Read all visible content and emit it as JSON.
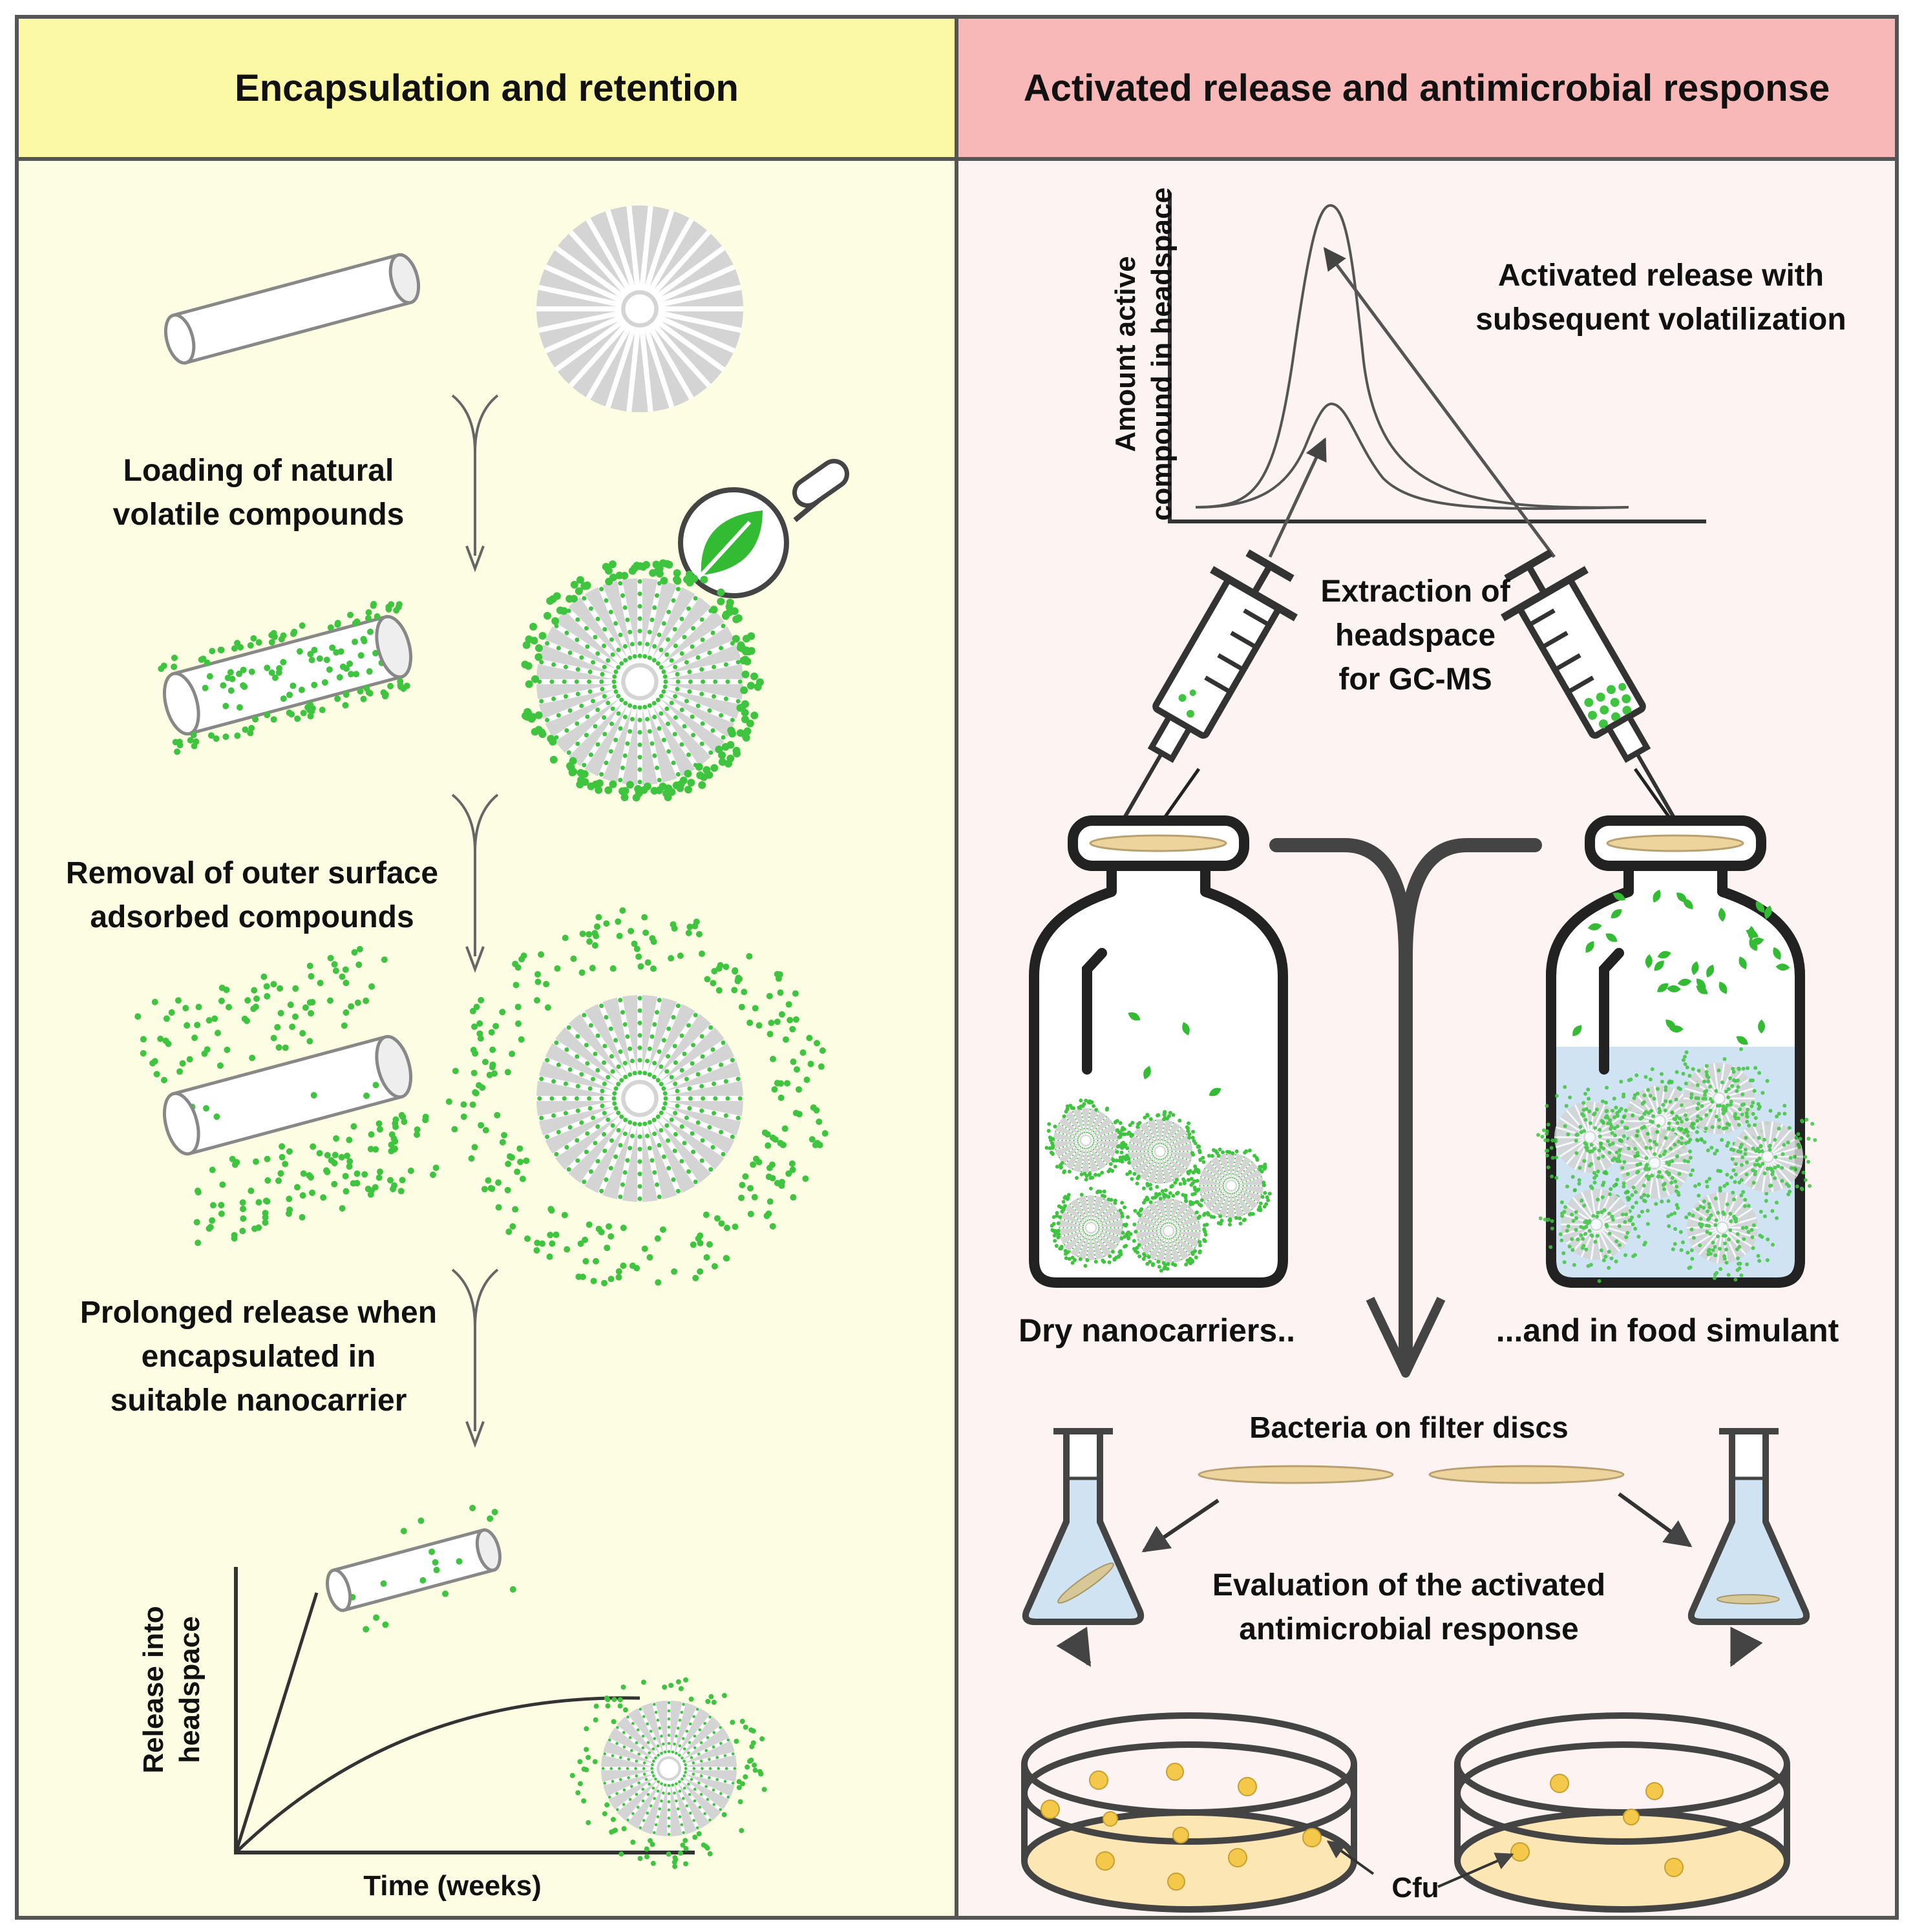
{
  "panels": {
    "left": {
      "title": "Encapsulation and retention",
      "bg_color": "#fdfde3",
      "header_color": "#fbf9a6"
    },
    "right": {
      "title": "Activated release and antimicrobial response",
      "bg_color": "#fdf3f3",
      "header_color": "#f8b8b8"
    }
  },
  "left_steps": {
    "loading": [
      "Loading of natural",
      "volatile compounds"
    ],
    "removal": [
      "Removal of outer surface",
      "adsorbed compounds"
    ],
    "prolonged": [
      "Prolonged release when",
      "encapsulated in",
      "suitable nanocarrier"
    ]
  },
  "release_graph": {
    "ylabel_lines": [
      "Release into",
      "headspace"
    ],
    "xlabel": "Time (weeks)"
  },
  "headspace_graph": {
    "ylabel_lines": [
      "Amount active",
      "compound in headspace"
    ],
    "annotation": [
      "Activated release with",
      "subsequent volatilization"
    ]
  },
  "right_labels": {
    "extraction": [
      "Extraction of",
      "headspace",
      "for GC-MS"
    ],
    "dry": "Dry nanocarriers..",
    "food": "...and in food simulant",
    "bacteria": "Bacteria on filter discs",
    "evaluation": [
      "Evaluation of the activated",
      "antimicrobial response"
    ],
    "cfu": "Cfu"
  },
  "colors": {
    "green_compound": "#3fc43f",
    "carrier_gray": "#d4d4d4",
    "liquid_blue": "#cfe3f3",
    "agar": "#fbe6b4",
    "colony": "#f4c84a",
    "disc": "#ecd49c",
    "leaf": "#33bb33"
  },
  "icons": [
    "nanotube-icon",
    "nanoparticle-icon",
    "leaf-magnifier-icon",
    "syringe-icon",
    "vial-icon",
    "flask-icon",
    "petri-dish-icon"
  ]
}
